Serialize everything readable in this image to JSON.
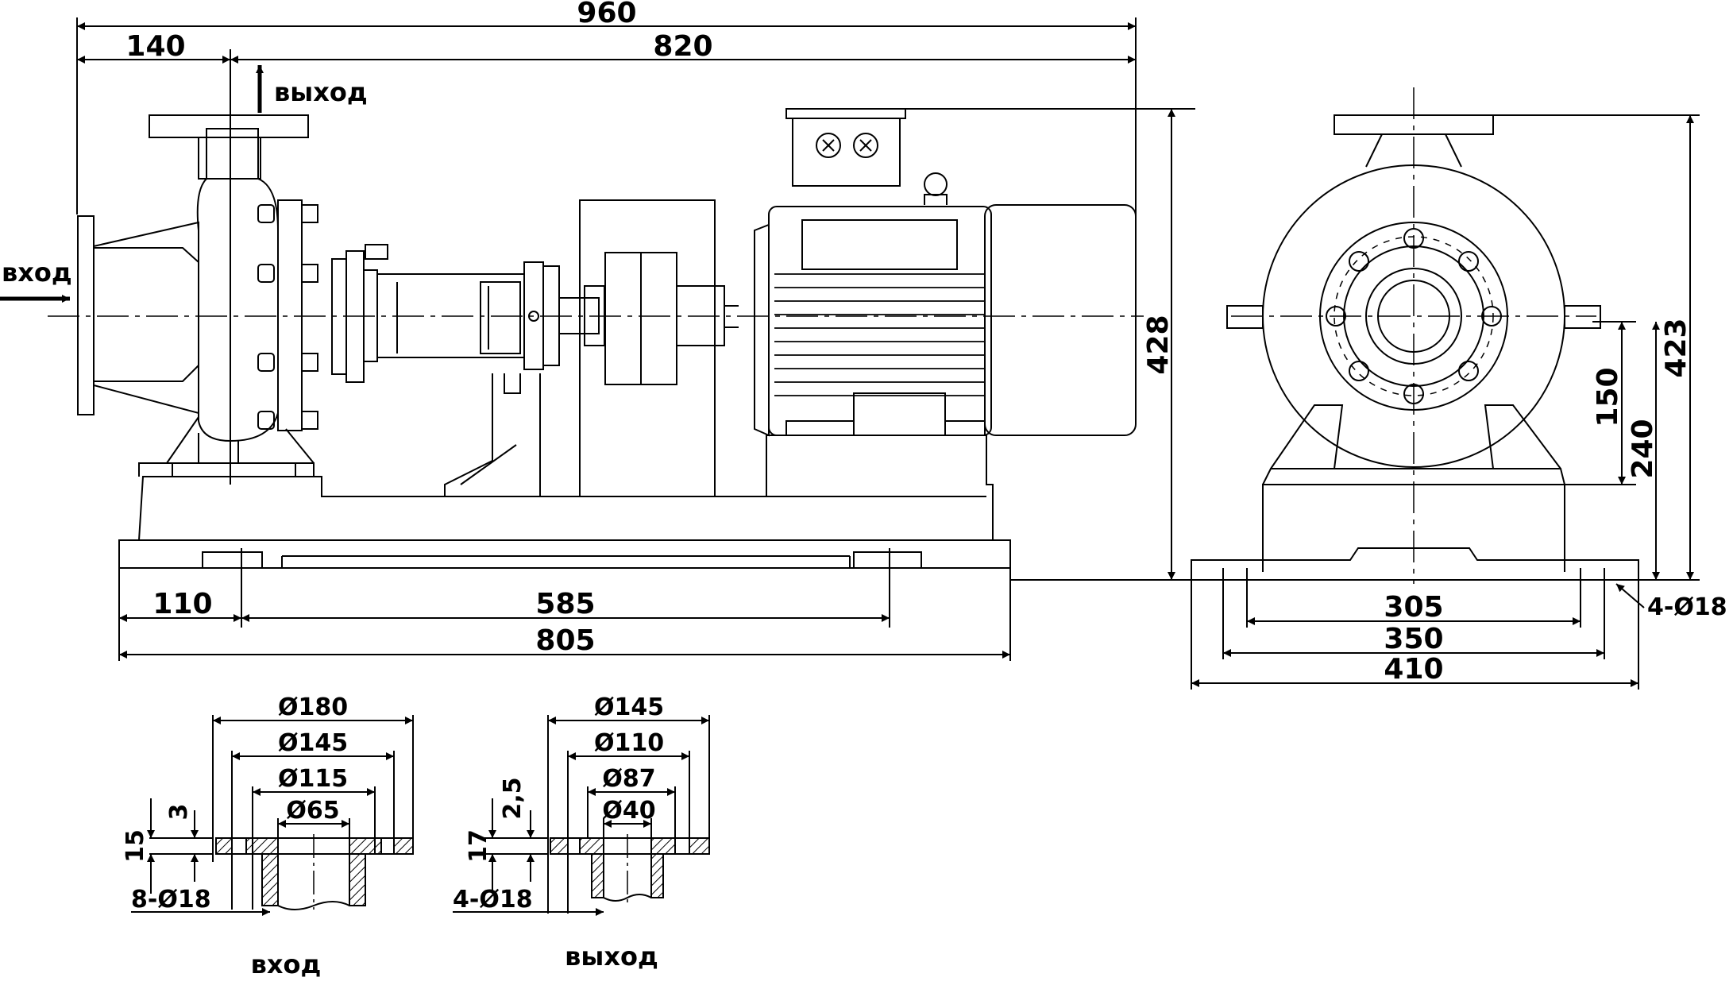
{
  "side_view": {
    "overall_length": "960",
    "suction_to_motor_end": "820",
    "suction_offset": "140",
    "outlet_label": "выход",
    "inlet_label": "вход",
    "height": "428",
    "base_edge_to_hole": "110",
    "hole_spacing": "585",
    "base_length": "805"
  },
  "end_view": {
    "height": "423",
    "axis_height": "240",
    "axis_to_flange": "150",
    "hole_spacing": "305",
    "base_inner_width": "350",
    "base_width": "410",
    "mounting_holes": "4-Ø18"
  },
  "inlet_flange": {
    "title": "вход",
    "outer_diameter": "Ø180",
    "bolt_circle": "Ø145",
    "raised_face": "Ø115",
    "bore": "Ø65",
    "thickness": "15",
    "face_height": "3",
    "bolt_holes": "8-Ø18"
  },
  "outlet_flange": {
    "title": "выход",
    "outer_diameter": "Ø145",
    "bolt_circle": "Ø110",
    "raised_face": "Ø87",
    "bore": "Ø40",
    "thickness": "17",
    "face_height": "2,5",
    "bolt_holes": "4-Ø18"
  },
  "colors": {
    "line": "#000000",
    "background": "#ffffff"
  }
}
